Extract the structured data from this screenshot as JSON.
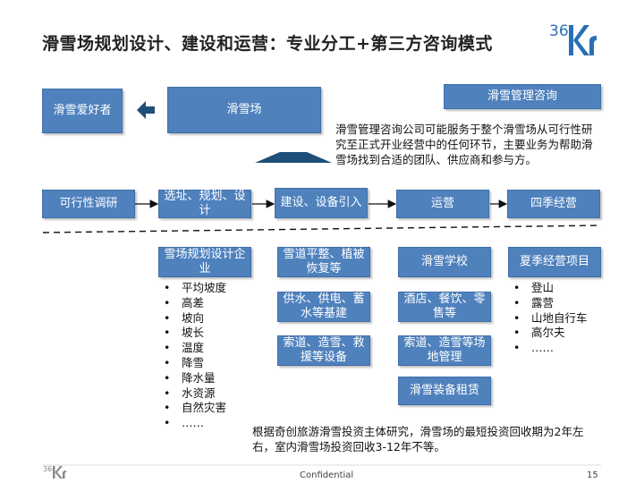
{
  "title": "滑雪场规划设计、建设和运营：专业分工+第三方咨询模式",
  "logo_text": "36Kr",
  "top": {
    "enthusiast": "滑雪爱好者",
    "resort": "滑雪场",
    "consulting": "滑雪管理咨询",
    "consulting_note": "滑雪管理咨询公司可能服务于整个滑雪场从可行性研究至正式开业经营中的任何环节，主要业务为帮助滑雪场找到合适的团队、供应商和参与方。"
  },
  "process": [
    "可行性调研",
    "选址、规划、设计",
    "建设、设备引入",
    "运营",
    "四季经营"
  ],
  "columns": {
    "planning": {
      "header": "雪场规划设计企业",
      "items": [
        "平均坡度",
        "高差",
        "坡向",
        "坡长",
        "温度",
        "降雪",
        "降水量",
        "水资源",
        "自然灾害",
        "……"
      ]
    },
    "construction": [
      "雪道平整、植被恢复等",
      "供水、供电、蓄水等基建",
      "索道、造雪、救援等设备"
    ],
    "operation": [
      "滑雪学校",
      "酒店、餐饮、零售等",
      "索道、造雪等场地管理",
      "滑雪装备租赁"
    ],
    "seasonal": {
      "header": "夏季经营项目",
      "items": [
        "登山",
        "露营",
        "山地自行车",
        "高尔夫",
        "……"
      ]
    }
  },
  "bottom_note": "根据奇创旅游滑雪投资主体研究，滑雪场的最短投资回收期为2年左右，室内滑雪场投资回收3-12年不等。",
  "footer": {
    "confidential": "Confidential",
    "page": "15"
  },
  "colors": {
    "box": "#4f81bd",
    "arrow": "#1f4e79"
  }
}
